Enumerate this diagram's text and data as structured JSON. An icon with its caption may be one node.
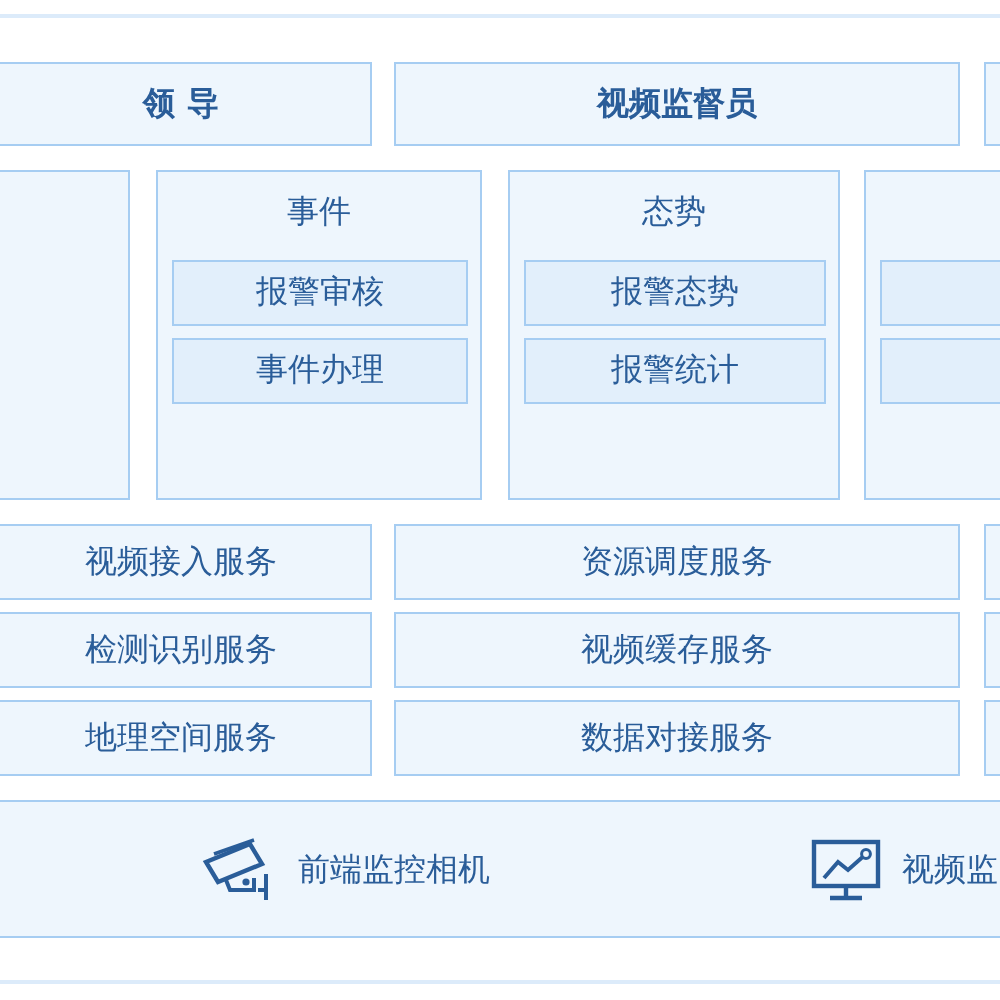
{
  "diagram": {
    "nodes": [
      {
        "text": [
          "领 导"
        ]
      },
      {
        "text": [
          "视频监督员"
        ]
      },
      {
        "text": [],
        "shape": "box"
      },
      {
        "text": [],
        "shape": "box"
      },
      {
        "text": [
          "事件"
        ]
      },
      {
        "text": [
          "报警审核"
        ],
        "in": 4
      },
      {
        "text": [
          "事件办理"
        ],
        "in": 4
      },
      {
        "text": [
          "态势"
        ]
      },
      {
        "text": [
          "报警态势"
        ],
        "in": 7
      },
      {
        "text": [
          "报警统计"
        ],
        "in": 7
      },
      {
        "text": [],
        "shape": "box"
      },
      {
        "text": [],
        "shape": "box",
        "in": 10
      },
      {
        "text": [],
        "shape": "box",
        "in": 10
      },
      {
        "text": [
          "视频接入服务"
        ]
      },
      {
        "text": [
          "检测识别服务"
        ]
      },
      {
        "text": [
          "地理空间服务"
        ]
      },
      {
        "text": [
          "资源调度服务"
        ]
      },
      {
        "text": [
          "视频缓存服务"
        ]
      },
      {
        "text": [
          "数据对接服务"
        ]
      },
      {
        "text": [],
        "shape": "box"
      },
      {
        "text": [],
        "shape": "box"
      },
      {
        "text": [],
        "shape": "box"
      },
      {
        "text": [
          "前端监控相机",
          "视频监"
        ]
      }
    ]
  }
}
